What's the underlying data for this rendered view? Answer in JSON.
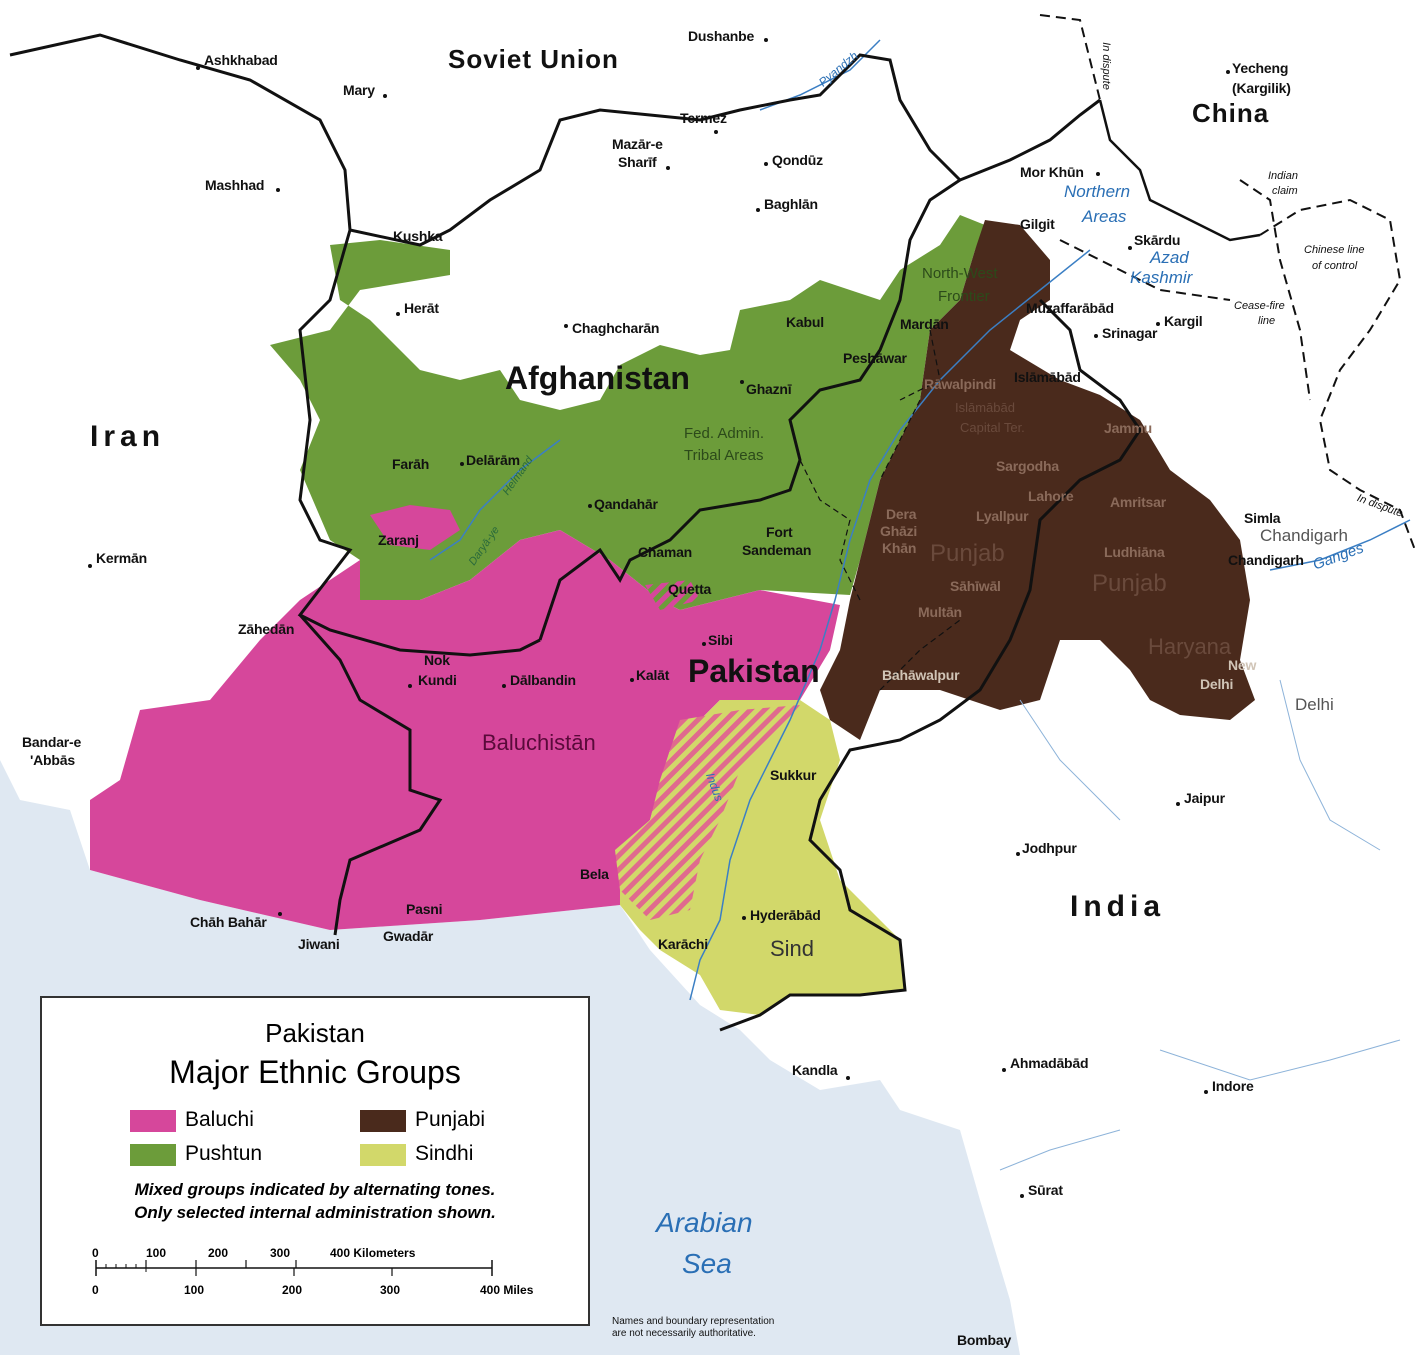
{
  "colors": {
    "baluchi": "#d6479b",
    "pushtun": "#6c9c3a",
    "punjabi": "#4a2a1c",
    "sindhi": "#d2d86a",
    "sea": "#dfe8f2",
    "land": "#ffffff",
    "river": "#3b7fc4"
  },
  "countries": {
    "soviet_union": "Soviet Union",
    "china": "China",
    "iran": "Iran",
    "afghanistan": "Afghanistan",
    "pakistan": "Pakistan",
    "india": "India"
  },
  "regions": {
    "baluchistan": "Baluchistān",
    "punjab_pk": "Punjab",
    "punjab_in": "Punjab",
    "sind": "Sind",
    "haryana": "Haryana",
    "nw_frontier_1": "North-West",
    "nw_frontier_2": "Frontier",
    "fata_1": "Fed. Admin.",
    "fata_2": "Tribal Areas",
    "northern_areas_1": "Northern",
    "northern_areas_2": "Areas",
    "azad_kashmir_1": "Azad",
    "azad_kashmir_2": "Kashmir",
    "islamabad_ct_1": "Islāmābād",
    "islamabad_ct_2": "Capital Ter."
  },
  "water": {
    "arabian_sea_1": "Arabian",
    "arabian_sea_2": "Sea",
    "indus": "Indus",
    "ganges": "Ganges",
    "pyandzh": "Pyandzh",
    "helmand": "Helmand",
    "daryaye": "Daryā-ye"
  },
  "annotations": {
    "in_dispute_1": "In dispute",
    "in_dispute_2": "In dispute",
    "indian_claim_1": "Indian",
    "indian_claim_2": "claim",
    "chinese_line_1": "Chinese line",
    "chinese_line_2": "of control",
    "ceasefire_1": "Cease-fire",
    "ceasefire_2": "line",
    "chandigarh": "Chandigarh",
    "delhi": "Delhi"
  },
  "cities": {
    "ashkhabad": "Ashkhabad",
    "mary": "Mary",
    "dushanbe": "Dushanbe",
    "termez": "Termez",
    "mazar_1": "Mazār-e",
    "mazar_2": "Sharīf",
    "qonduz": "Qondūz",
    "baghlan": "Baghlān",
    "mashhad": "Mashhad",
    "kushka": "Kushka",
    "herat": "Herāt",
    "chaghcharan": "Chaghcharān",
    "kabul": "Kabul",
    "ghazni": "Ghaznī",
    "farah": "Farāh",
    "delaram": "Delārām",
    "qandahar": "Qandahār",
    "zaranj": "Zaranj",
    "chaman": "Chaman",
    "fort_sandeman_1": "Fort",
    "fort_sandeman_2": "Sandeman",
    "quetta": "Quetta",
    "sibi": "Sibi",
    "kalat": "Kalāt",
    "dalbandin": "Dālbandin",
    "nok_kundi_1": "Nok",
    "nok_kundi_2": "Kundi",
    "zahedan": "Zāhedān",
    "kerman": "Kermān",
    "bandar_1": "Bandar-e",
    "bandar_2": "'Abbās",
    "chah_bahar": "Chāh Bahār",
    "jiwani": "Jiwani",
    "gwadar": "Gwadār",
    "pasni": "Pasni",
    "bela": "Bela",
    "karachi": "Karāchi",
    "hyderabad": "Hyderābād",
    "sukkur": "Sukkur",
    "bahawalpur": "Bahāwalpur",
    "multan": "Multān",
    "sahiwal": "Sāhīwāl",
    "dera_1": "Dera",
    "dera_2": "Ghāzi",
    "dera_3": "Khān",
    "lyallpur": "Lyallpur",
    "lahore": "Lahore",
    "sargodha": "Sargodha",
    "rawalpindi": "Rāwalpindi",
    "islamabad": "Islāmābād",
    "peshawar": "Peshāwar",
    "mardan": "Mardān",
    "gilgit": "Gilgit",
    "mor_khun": "Mor Khūn",
    "skardu": "Skārdu",
    "muzaffarabad": "Muzaffarābād",
    "srinagar": "Srinagar",
    "kargil": "Kargil",
    "jammu": "Jammu",
    "amritsar": "Amritsar",
    "ludhiana": "Ludhiāna",
    "simla": "Simla",
    "chandigarh_city": "Chandigarh",
    "new_delhi_1": "New",
    "new_delhi_2": "Delhi",
    "yecheng_1": "Yecheng",
    "yecheng_2": "(Kargilik)",
    "jaipur": "Jaipur",
    "jodhpur": "Jodhpur",
    "kandla": "Kandla",
    "ahmadabad": "Ahmadābād",
    "indore": "Indore",
    "surat": "Sūrat",
    "bombay": "Bombay"
  },
  "legend": {
    "title_1": "Pakistan",
    "title_2": "Major Ethnic Groups",
    "items": [
      {
        "label": "Baluchi",
        "color": "#d6479b"
      },
      {
        "label": "Pushtun",
        "color": "#6c9c3a"
      },
      {
        "label": "Punjabi",
        "color": "#4a2a1c"
      },
      {
        "label": "Sindhi",
        "color": "#d2d86a"
      }
    ],
    "note_1": "Mixed groups indicated by alternating tones.",
    "note_2": "Only selected internal administration shown.",
    "scale_km": [
      "0",
      "100",
      "200",
      "300",
      "400 Kilometers"
    ],
    "scale_mi": [
      "0",
      "100",
      "200",
      "300",
      "400 Miles"
    ]
  },
  "disclaimer_1": "Names and boundary representation",
  "disclaimer_2": "are not necessarily authoritative."
}
